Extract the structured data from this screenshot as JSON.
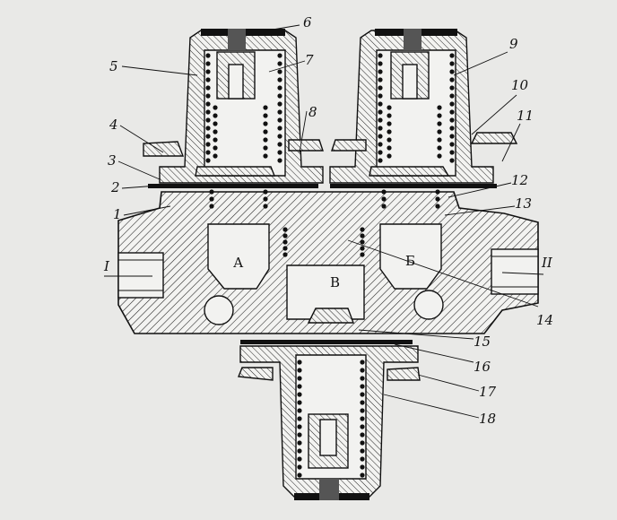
{
  "figure": {
    "part_labels": [
      "1",
      "2",
      "3",
      "4",
      "5",
      "6",
      "7",
      "8",
      "9",
      "10",
      "11",
      "12",
      "13",
      "14",
      "15",
      "16",
      "17",
      "18"
    ],
    "port_labels": {
      "left": "I",
      "right": "II"
    },
    "chamber_labels": {
      "a": "А",
      "b": "Б",
      "c": "В"
    }
  }
}
